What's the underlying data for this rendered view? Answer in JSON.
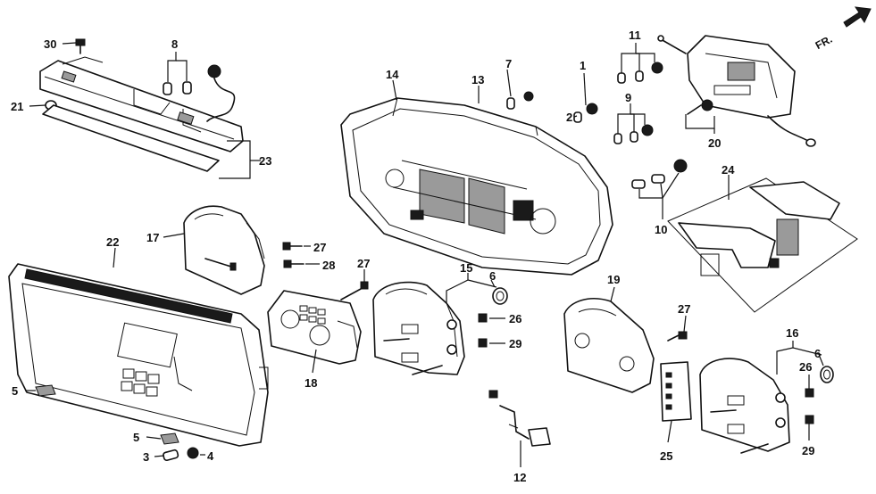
{
  "diagram": {
    "direction_label": "FR.",
    "part_numbers": {
      "p1": "1",
      "p2": "2",
      "p3": "3",
      "p4": "4",
      "p5a": "5",
      "p5b": "5",
      "p6a": "6",
      "p6b": "6",
      "p7": "7",
      "p8": "8",
      "p9": "9",
      "p10": "10",
      "p11": "11",
      "p12": "12",
      "p13": "13",
      "p14": "14",
      "p15": "15",
      "p16": "16",
      "p17": "17",
      "p18": "18",
      "p19": "19",
      "p20": "20",
      "p21": "21",
      "p22": "22",
      "p23": "23",
      "p24": "24",
      "p25": "25",
      "p26a": "26",
      "p26b": "26",
      "p27a": "27",
      "p27b": "27",
      "p27c": "27",
      "p28": "28",
      "p29a": "29",
      "p29b": "29",
      "p30": "30"
    }
  }
}
